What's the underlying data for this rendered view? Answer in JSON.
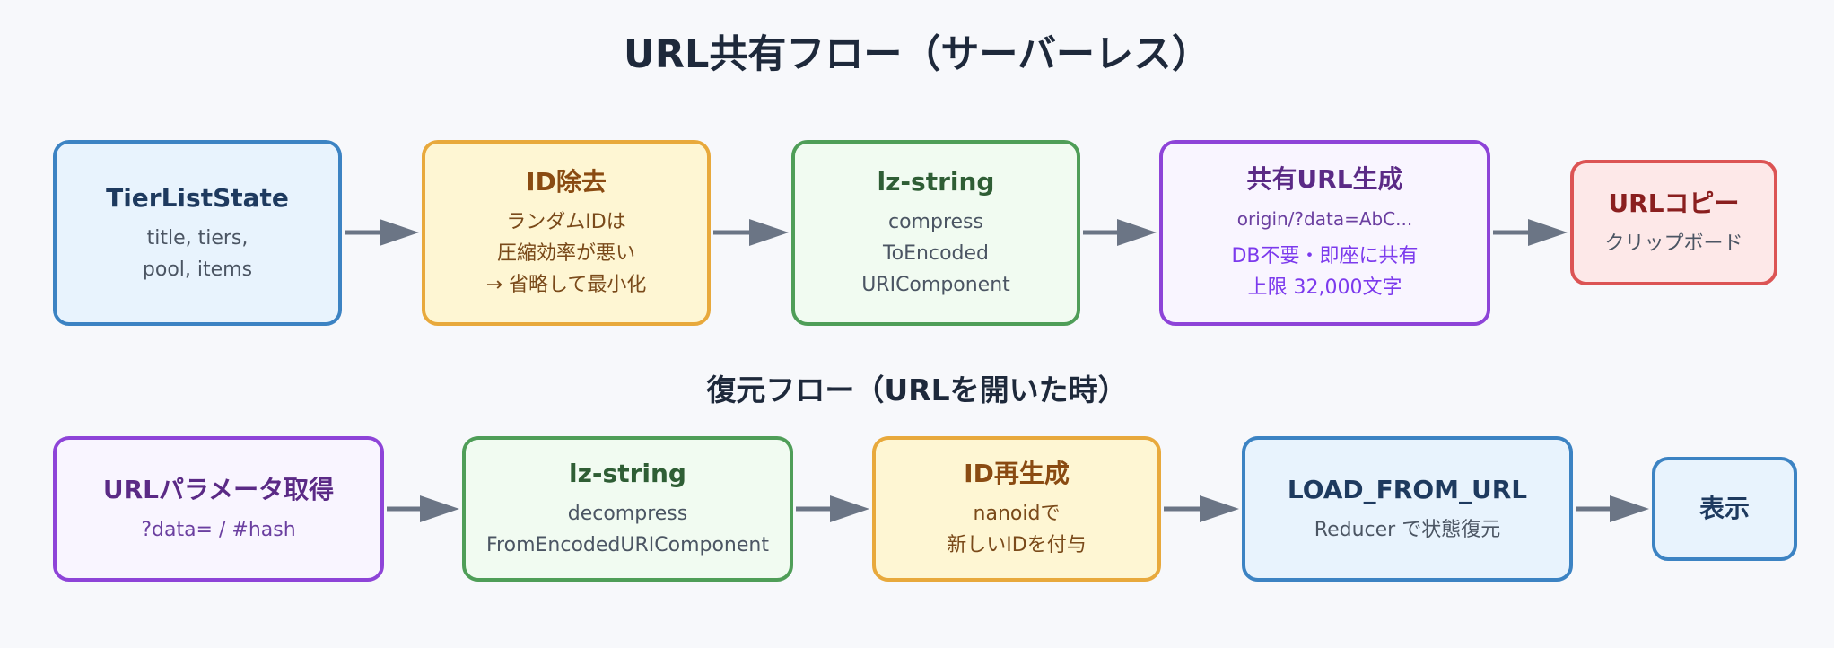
{
  "titles": {
    "main": "URL共有フロー（サーバーレス）",
    "restore": "復元フロー（URLを開いた時）"
  },
  "share_flow": [
    {
      "title": "TierListState",
      "sub": "title, tiers,\npool, items"
    },
    {
      "title": "ID除去",
      "sub": "ランダムIDは\n圧縮効率が悪い\n→ 省略して最小化"
    },
    {
      "title": "lz-string",
      "sub": "compress\nToEncoded\nURIComponent"
    },
    {
      "title": "共有URL生成",
      "sub": "origin/?data=AbC...",
      "sub2": "DB不要・即座に共有\n上限 32,000文字"
    },
    {
      "title": "URLコピー",
      "sub": "クリップボード"
    }
  ],
  "restore_flow": [
    {
      "title": "URLパラメータ取得",
      "sub": "?data= / #hash"
    },
    {
      "title": "lz-string",
      "sub": "decompress\nFromEncodedURIComponent"
    },
    {
      "title": "ID再生成",
      "sub": "nanoidで\n新しいIDを付与"
    },
    {
      "title": "LOAD_FROM_URL",
      "sub": "Reducer で状態復元"
    },
    {
      "title": "表示"
    }
  ],
  "colors": {
    "arrow": "#6b7585",
    "blue": "#3c83c3",
    "yellow": "#e8a93c",
    "green": "#4f9e58",
    "purple": "#8e44d8",
    "red": "#dc5454"
  }
}
